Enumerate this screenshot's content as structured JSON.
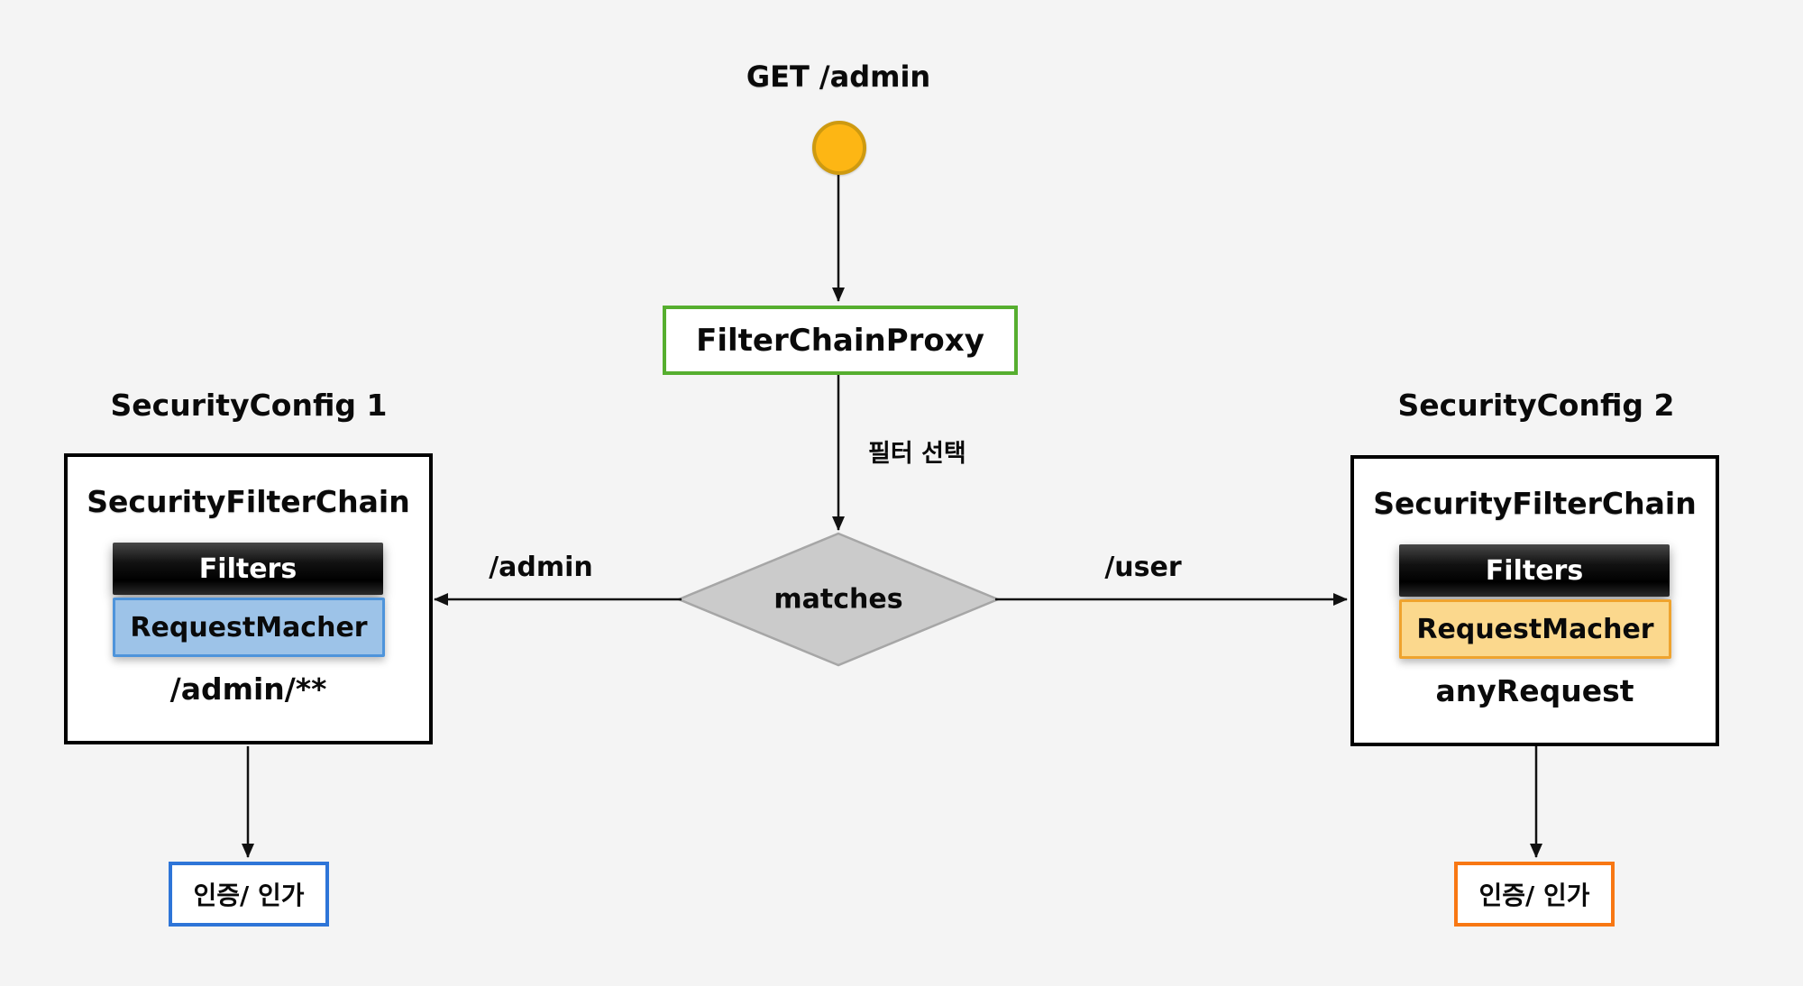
{
  "canvas": {
    "background": "#f4f4f4"
  },
  "flow": {
    "request_label": "GET /admin",
    "start_node": {
      "shape": "circle",
      "fill": "#FDB614",
      "stroke": "#CE9A10"
    },
    "proxy": {
      "label": "FilterChainProxy",
      "border_color": "#56AE2F",
      "fill": "#ffffff"
    },
    "selection_label": "필터 선택",
    "decision": {
      "label": "matches",
      "fill": "#CBCBCB",
      "stroke": "#A6A6A6"
    },
    "branch_left": {
      "label": "/admin"
    },
    "branch_right": {
      "label": "/user"
    }
  },
  "config1": {
    "title": "SecurityConfig 1",
    "chain_label": "SecurityFilterChain",
    "filters_label": "Filters",
    "filters_bar_color": "#000000",
    "matcher_label": "RequestMacher",
    "matcher_fill": "#9DC3E8",
    "matcher_border": "#4E94DB",
    "pattern": "/admin/**",
    "outcome": {
      "label": "인증/ 인가",
      "border_color": "#2E75D8"
    }
  },
  "config2": {
    "title": "SecurityConfig 2",
    "chain_label": "SecurityFilterChain",
    "filters_label": "Filters",
    "filters_bar_color": "#000000",
    "matcher_label": "RequestMacher",
    "matcher_fill": "#FBD88D",
    "matcher_border": "#EFA32E",
    "pattern": "anyRequest",
    "outcome": {
      "label": "인증/ 인가",
      "border_color": "#F87713"
    }
  }
}
